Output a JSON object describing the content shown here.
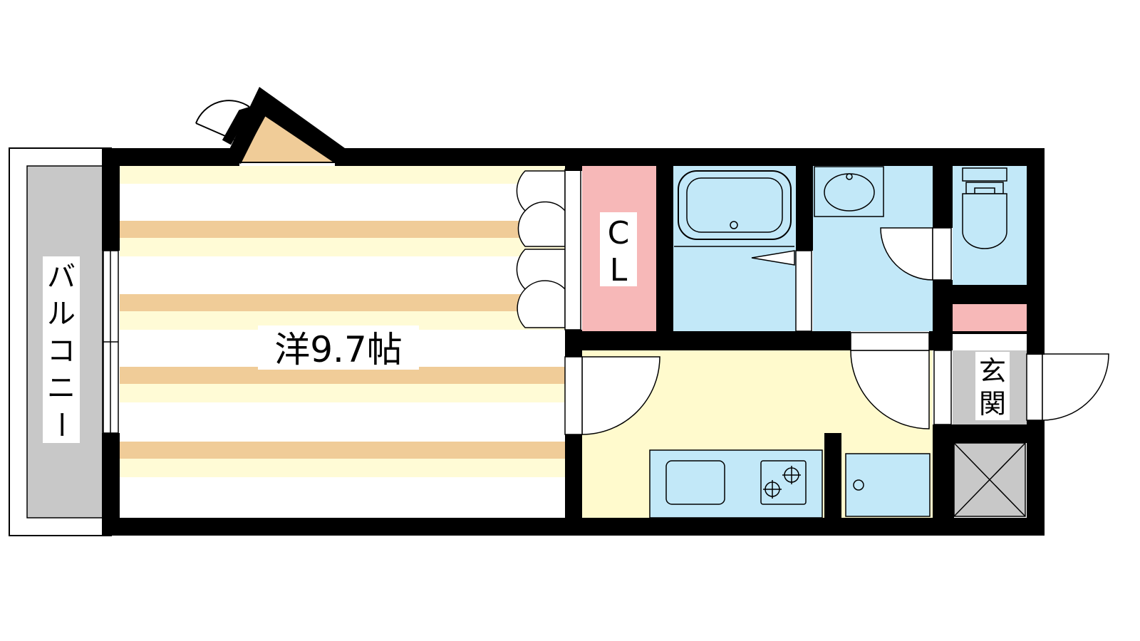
{
  "floorplan": {
    "rooms": {
      "western": "洋9.7帖",
      "closet_line1": "C",
      "closet_line2": "L",
      "entrance_line1": "玄",
      "entrance_line2": "関"
    },
    "balcony": {
      "chars": [
        "バ",
        "ル",
        "コ",
        "ニ",
        "ー"
      ]
    },
    "colors": {
      "wall": "#000000",
      "floor_stripe": "#f0cc98",
      "floor_light": "#fffbd6",
      "kitchen": "#fffacd",
      "water_area": "#c2e8f8",
      "closet": "#f7b8b8",
      "balcony": "#c8c8c8",
      "bay_window": "#f0cc98"
    }
  }
}
